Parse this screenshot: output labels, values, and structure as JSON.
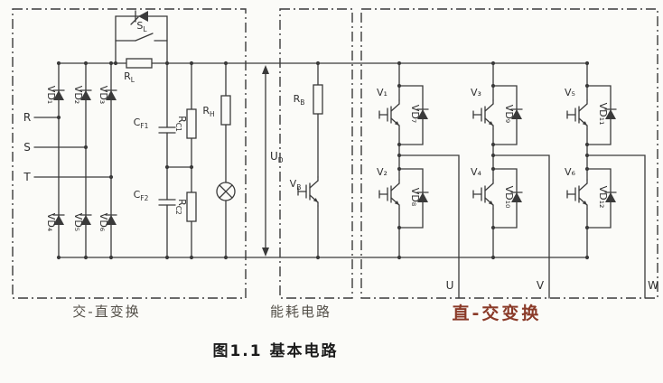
{
  "caption": "图1.1 基本电路",
  "sections": {
    "rectifier": "交-直变换",
    "brake": "能耗电路",
    "inverter": "直-交变换"
  },
  "io": {
    "phases": {
      "r": "R",
      "s": "S",
      "t": "T"
    },
    "outputs": {
      "u": "U",
      "v": "V",
      "w": "W"
    }
  },
  "components": {
    "vd1": "VD₁",
    "vd2": "VD₂",
    "vd3": "VD₃",
    "vd4": "VD₄",
    "vd5": "VD₅",
    "vd6": "VD₆",
    "vd7": "VD₇",
    "vd8": "VD₈",
    "vd9": "VD₉",
    "vd10": "VD₁₀",
    "vd11": "VD₁₁",
    "vd12": "VD₁₂",
    "v1": "V₁",
    "v2": "V₂",
    "v3": "V₃",
    "v4": "V₄",
    "v5": "V₅",
    "v6": "V₆",
    "sl": {
      "m": "S",
      "s": "L"
    },
    "rl": {
      "m": "R",
      "s": "L"
    },
    "cf1": {
      "m": "C",
      "s": "F1"
    },
    "cf2": {
      "m": "C",
      "s": "F2"
    },
    "rc1": {
      "m": "R",
      "s": "C1"
    },
    "rc2": {
      "m": "R",
      "s": "C2"
    },
    "rh": {
      "m": "R",
      "s": "H"
    },
    "ud": {
      "m": "U",
      "s": "D"
    },
    "rb": {
      "m": "R",
      "s": "B"
    },
    "vb": {
      "m": "V",
      "s": "B"
    }
  },
  "colors": {
    "line": "#3a3a3a",
    "inverter_label": "#8a3a28"
  }
}
